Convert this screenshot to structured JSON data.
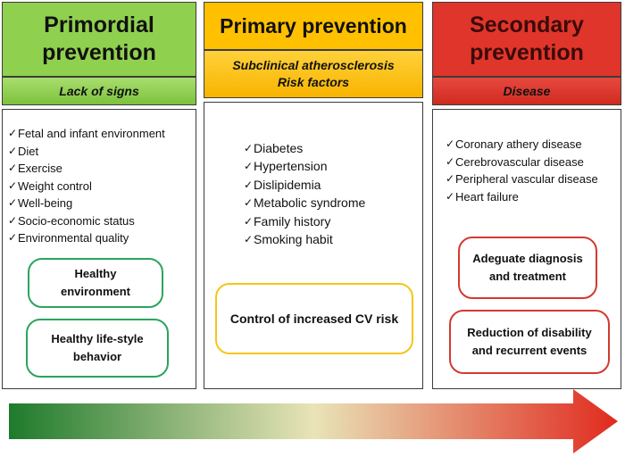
{
  "columns": [
    {
      "title_line1": "Primordial",
      "title_line2": "prevention",
      "subtitle_line1": "Lack of signs",
      "subtitle_line2": "",
      "items": [
        "Fetal and infant environment",
        "Diet",
        "Exercise",
        "Weight control",
        "Well-being",
        "Socio-economic status",
        "Environmental quality"
      ],
      "boxes": [
        {
          "line1": "Healthy",
          "line2": "environment"
        },
        {
          "line1": "Healthy life-style",
          "line2": "behavior"
        }
      ]
    },
    {
      "title_line1": "Primary prevention",
      "title_line2": "",
      "subtitle_line1": "Subclinical atherosclerosis",
      "subtitle_line2": "Risk factors",
      "items": [
        "Diabetes",
        "Hypertension",
        "Dislipidemia",
        "Metabolic syndrome",
        "Family history",
        "Smoking habit"
      ],
      "boxes": [
        {
          "line1": "Control of increased CV risk",
          "line2": ""
        }
      ]
    },
    {
      "title_line1": "Secondary",
      "title_line2": "prevention",
      "subtitle_line1": "Disease",
      "subtitle_line2": "",
      "items": [
        "Coronary athery disease",
        "Cerebrovascular disease",
        "Peripheral vascular disease",
        "Heart failure"
      ],
      "boxes": [
        {
          "line1": "Adeguate diagnosis",
          "line2": "and treatment"
        },
        {
          "line1": "Reduction of disability",
          "line2": "and recurrent events"
        }
      ]
    }
  ],
  "check_glyph": "✓",
  "colors": {
    "primordial": "#8fd14f",
    "primary": "#ffc000",
    "secondary": "#e0352b",
    "arrow_start": "#1e7a2c",
    "arrow_mid": "#e9e4b8",
    "arrow_end": "#e02a1e"
  },
  "icons": {
    "arrow": "right-arrow-icon"
  }
}
